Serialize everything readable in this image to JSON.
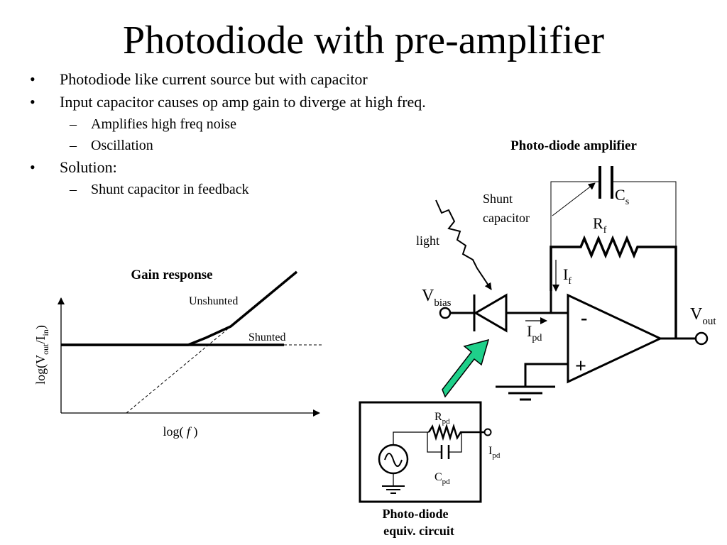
{
  "slide": {
    "title": "Photodiode with pre-amplifier",
    "bullets": [
      "Photodiode like current source but with capacitor",
      "Input capacitor causes op amp gain to diverge at high freq."
    ],
    "sub_bullets_1": [
      "Amplifies high freq noise",
      "Oscillation"
    ],
    "bullet_solution": "Solution:",
    "sub_bullets_2": [
      "Shunt capacitor in feedback"
    ]
  },
  "gain_plot": {
    "title": "Gain response",
    "ylabel_parts": [
      "log(V",
      "out",
      "/I",
      "in",
      ")"
    ],
    "xlabel_parts": [
      "log( ",
      "f",
      " )"
    ],
    "curve_labels": [
      "Unshunted",
      "Shunted"
    ]
  },
  "amplifier": {
    "title": "Photo-diode amplifier",
    "light_label": "light",
    "shunt_label": [
      "Shunt",
      "capacitor"
    ],
    "cs": [
      "C",
      "s"
    ],
    "rf": [
      "R",
      "f"
    ],
    "if": [
      "I",
      "f"
    ],
    "vbias": [
      "V",
      "bias"
    ],
    "ipd": [
      "I",
      "pd"
    ],
    "vout": [
      "V",
      "out"
    ],
    "minus": "-",
    "plus": "+",
    "accent_color": "#1fd08a"
  },
  "equiv_circuit": {
    "rpd": [
      "R",
      "pd"
    ],
    "cpd": [
      "C",
      "pd"
    ],
    "ipd": [
      "I",
      "pd"
    ],
    "caption": [
      "Photo-diode",
      "equiv. circuit"
    ]
  }
}
